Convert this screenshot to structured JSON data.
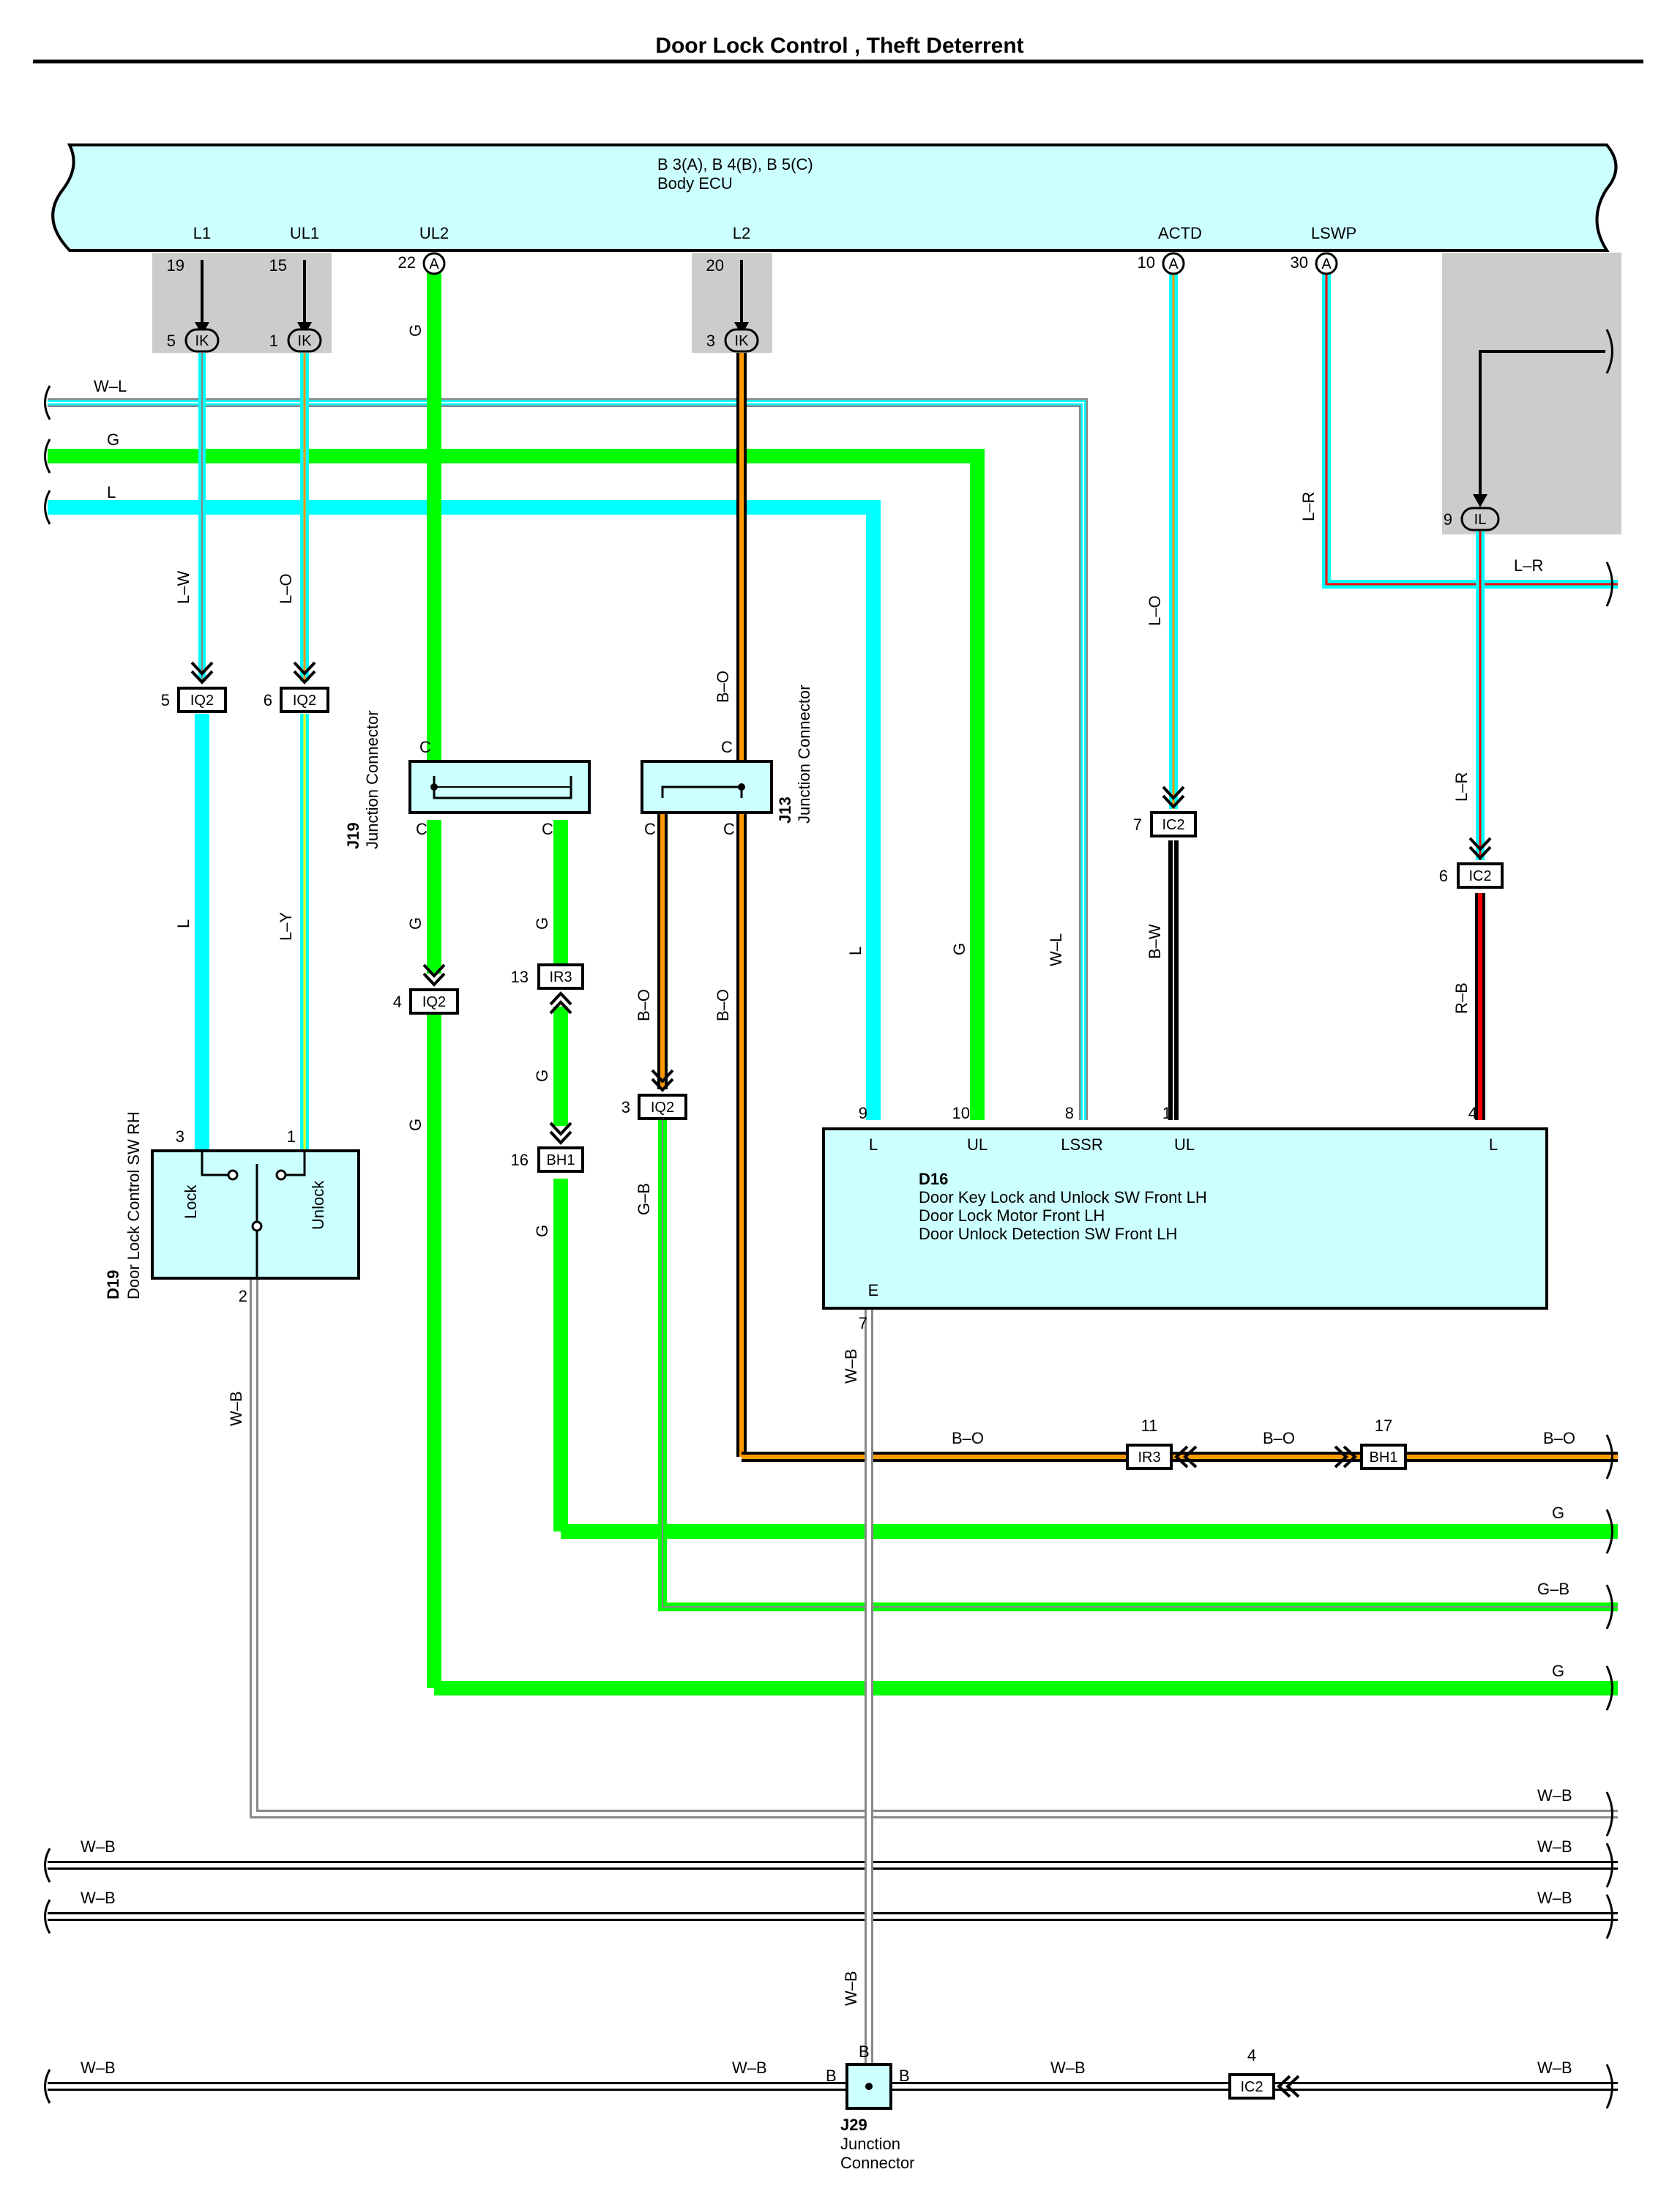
{
  "title": "Door Lock Control , Theft Deterrent",
  "ecu": {
    "code": "B 3(A), B 4(B), B 5(C)",
    "name": "Body ECU",
    "terminals": [
      "L1",
      "UL1",
      "UL2",
      "L2",
      "ACTD",
      "LSWP"
    ],
    "pins": [
      "19",
      "15",
      "22",
      "20",
      "10",
      "30"
    ],
    "pin_letter": "A"
  },
  "ik": {
    "label": "IK",
    "pins": [
      "5",
      "1",
      "3"
    ]
  },
  "il": {
    "label": "IL",
    "pin": "9"
  },
  "iq2": {
    "label": "IQ2",
    "pins": [
      "5",
      "6",
      "4",
      "3"
    ]
  },
  "ic2": {
    "label": "IC2",
    "pins": [
      "7",
      "6",
      "4"
    ]
  },
  "ir3": {
    "label": "IR3",
    "pins": [
      "13",
      "11"
    ]
  },
  "bh1": {
    "label": "BH1",
    "pins": [
      "16",
      "17"
    ]
  },
  "junctions": {
    "j19": {
      "code": "J19",
      "name": "Junction Connector",
      "pin": "C"
    },
    "j13": {
      "code": "J13",
      "name": "Junction Connector",
      "pin": "C"
    },
    "j29": {
      "code": "J29",
      "name1": "Junction",
      "name2": "Connector",
      "pin": "B"
    }
  },
  "d19": {
    "code": "D19",
    "name": "Door Lock Control SW RH",
    "lock": "Lock",
    "unlock": "Unlock",
    "pins": [
      "3",
      "1",
      "2"
    ]
  },
  "d16": {
    "code": "D16",
    "lines": [
      "Door Key Lock and Unlock SW Front LH",
      "Door Lock Motor Front LH",
      "Door Unlock Detection SW Front LH"
    ],
    "terms": [
      "L",
      "UL",
      "LSSR",
      "UL",
      "L",
      "E"
    ],
    "pins": [
      "9",
      "10",
      "8",
      "1",
      "4",
      "7"
    ]
  },
  "wires": {
    "wl": "W–L",
    "g": "G",
    "l": "L",
    "lw": "L–W",
    "lo": "L–O",
    "ly": "L–Y",
    "bo": "B–O",
    "bw": "B–W",
    "lr": "L–R",
    "rb": "R–B",
    "gb": "G–B",
    "wb": "W–B"
  },
  "colors": {
    "green": "#00ff00",
    "cyan": "#00ffff",
    "orange": "#ff9900",
    "red": "#ff0000",
    "connector_fill": "#ccffff",
    "ecu_fill": "#ccffff",
    "shade": "#cccccc"
  }
}
